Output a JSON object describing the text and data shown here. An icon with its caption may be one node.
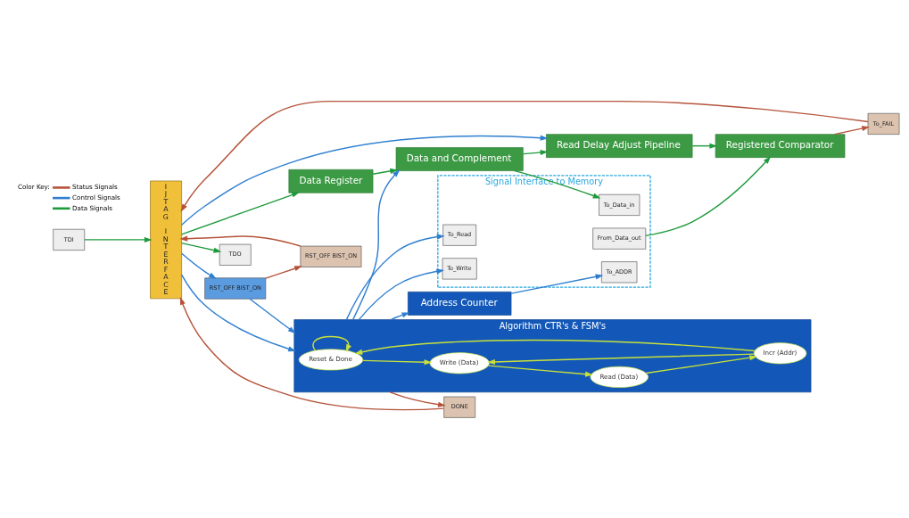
{
  "diagram": {
    "nodes": [
      {
        "text": [
          "TDI"
        ]
      },
      {
        "text": [
          "IJTAG INTERFACE"
        ]
      },
      {
        "text": [
          "Data Register"
        ]
      },
      {
        "text": [
          "Data and Complement"
        ]
      },
      {
        "text": [
          "Read Delay Adjust Pipeline"
        ]
      },
      {
        "text": [
          "Signal Interface to Memory"
        ]
      },
      {
        "text": [
          "To_Data_in"
        ],
        "in": 5
      },
      {
        "text": [
          "To_FAIL"
        ]
      },
      {
        "text": [
          "Registered Comparator"
        ]
      },
      {
        "text": [
          "From_Data_out"
        ],
        "in": 5
      },
      {
        "text": [
          "DONE"
        ]
      },
      {
        "text": [
          "Algorithm CTR's & FSM's"
        ]
      },
      {
        "text": [
          "Reset & Done"
        ],
        "in": 11
      },
      {
        "text": [
          "Write (Data)"
        ],
        "in": 11
      },
      {
        "text": [
          "Read (Data)"
        ],
        "in": 11
      },
      {
        "text": [
          "Incr (Addr)"
        ],
        "in": 11
      },
      {
        "text": [
          "To_Read"
        ],
        "in": 5
      },
      {
        "text": [
          "RST_OFF BIST_ON"
        ]
      },
      {
        "text": [
          "To_Write"
        ],
        "in": 5
      },
      {
        "text": [
          "RST_OFF BIST_ON"
        ]
      },
      {
        "text": [
          "TDO"
        ]
      },
      {
        "text": [
          "Address Counter"
        ]
      },
      {
        "text": [
          "To_ADDR"
        ],
        "in": 5
      }
    ],
    "edges": [
      {
        "from": 0,
        "to": 1,
        "arrow": "to",
        "color": "#1e9a3c"
      },
      {
        "from": 1,
        "to": 4,
        "arrow": "to",
        "color": "#2f7fd0"
      },
      {
        "from": 1,
        "to": 2,
        "arrow": "to",
        "color": "#1e9a3c"
      },
      {
        "from": 2,
        "to": 3,
        "arrow": "to",
        "color": "#1e9a3c"
      },
      {
        "from": 3,
        "to": 4,
        "arrow": "to",
        "color": "#1e9a3c"
      },
      {
        "from": 3,
        "to": 6,
        "arrow": "to",
        "color": "#1e9a3c"
      },
      {
        "from": 4,
        "to": 8,
        "arrow": "to",
        "color": "#1e9a3c"
      },
      {
        "from": 9,
        "to": 8,
        "arrow": "to",
        "color": "#1e9a3c"
      },
      {
        "from": 8,
        "to": 7,
        "arrow": "to",
        "color": "#b5533a"
      },
      {
        "from": 7,
        "to": 1,
        "arrow": "to",
        "color": "#b5533a"
      },
      {
        "from": 11,
        "to": 3,
        "arrow": "to",
        "color": "#2f7fd0"
      },
      {
        "from": 11,
        "to": 10,
        "arrow": "to",
        "color": "#b5533a"
      },
      {
        "from": 10,
        "to": 1,
        "arrow": "to",
        "color": "#b5533a"
      },
      {
        "from": 1,
        "to": 11,
        "arrow": "to",
        "color": "#2f7fd0"
      },
      {
        "from": 1,
        "to": 17,
        "arrow": "to",
        "color": "#2f7fd0"
      },
      {
        "from": 17,
        "to": 11,
        "arrow": "to",
        "color": "#2f7fd0"
      },
      {
        "from": 17,
        "to": 19,
        "arrow": "to",
        "color": "#b5533a"
      },
      {
        "from": 19,
        "to": 1,
        "arrow": "to",
        "color": "#b5533a"
      },
      {
        "from": 1,
        "to": 20,
        "arrow": "to",
        "color": "#1e9a3c"
      },
      {
        "from": 12,
        "to": 12,
        "arrow": "to",
        "color": "#c8e03a"
      },
      {
        "from": 12,
        "to": 13,
        "arrow": "to",
        "color": "#c8e03a"
      },
      {
        "from": 13,
        "to": 14,
        "arrow": "to",
        "color": "#c8e03a"
      },
      {
        "from": 14,
        "to": 15,
        "arrow": "to",
        "color": "#c8e03a"
      },
      {
        "from": 15,
        "to": 12,
        "arrow": "to",
        "color": "#c8e03a"
      },
      {
        "from": 15,
        "to": 13,
        "arrow": "to",
        "color": "#c8e03a"
      },
      {
        "from": 11,
        "to": 16,
        "arrow": "to",
        "color": "#2f7fd0"
      },
      {
        "from": 11,
        "to": 18,
        "arrow": "to",
        "color": "#2f7fd0"
      },
      {
        "from": 11,
        "to": 21,
        "arrow": "to",
        "color": "#2f7fd0"
      },
      {
        "from": 21,
        "to": 22,
        "arrow": "to",
        "color": "#2f7fd0"
      }
    ],
    "labels": [
      "Color Key:"
    ],
    "legend": [
      {
        "text": "Status Signals",
        "color": "#b5533a"
      },
      {
        "text": "Control Signals",
        "color": "#2f7fd0"
      },
      {
        "text": "Data Signals",
        "color": "#1e9a3c"
      }
    ]
  }
}
